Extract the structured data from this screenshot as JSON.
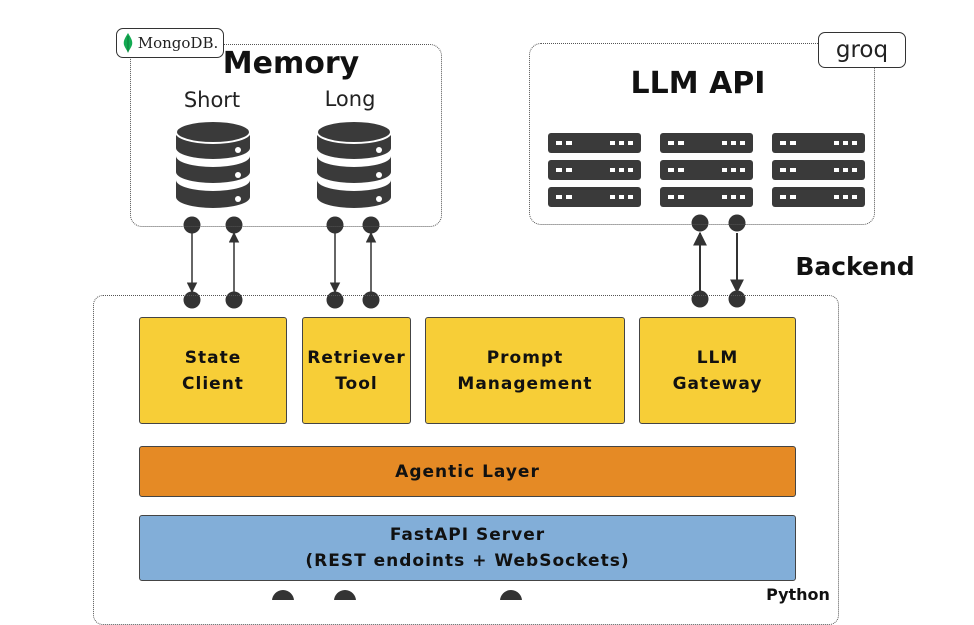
{
  "memory": {
    "title": "Memory",
    "short_label": "Short",
    "long_label": "Long",
    "badge": "MongoDB."
  },
  "llm_api": {
    "title": "LLM API",
    "badge": "groq"
  },
  "backend": {
    "title": "Backend",
    "python_label": "Python"
  },
  "components": {
    "state_client": "State\nClient",
    "retriever_tool": "Retriever\nTool",
    "prompt_management": "Prompt\nManagement",
    "llm_gateway": "LLM\nGateway",
    "agentic_layer": "Agentic Layer",
    "fastapi": "FastAPI Server\n(REST endoints + WebSockets)"
  },
  "colors": {
    "component": "#f7ce37",
    "agentic_layer": "#e58a25",
    "fastapi": "#82aed8",
    "mongodb_green": "#13aa52"
  }
}
